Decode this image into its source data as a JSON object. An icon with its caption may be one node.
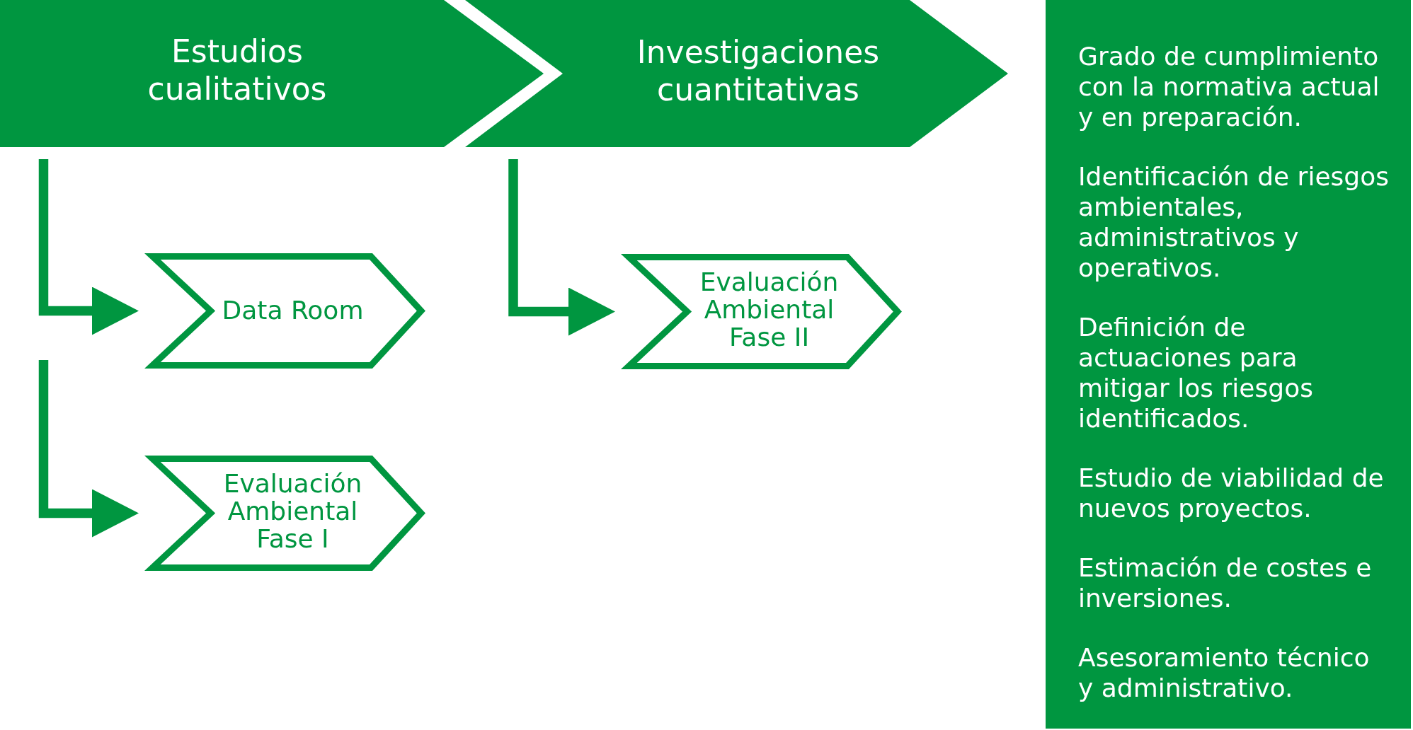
{
  "diagram": {
    "nodes": [
      {
        "text": [
          "Estudios cualitativos"
        ]
      },
      {
        "text": [
          "Investigaciones cuantitativas"
        ]
      },
      {
        "text": [
          "Grado de cumplimiento con la normativa actual y en preparación.",
          "Identificación de riesgos ambientales, administrativos y operativos.",
          "Definición de actuaciones para mitigar los riesgos identificados.",
          "Estudio de viabilidad de nuevos proyectos.",
          "Estimación de costes e inversiones.",
          "Asesoramiento técnico y administrativo."
        ]
      },
      {
        "text": [
          "Data Room"
        ]
      },
      {
        "text": [
          "Evaluación Ambiental Fase II"
        ]
      },
      {
        "text": [
          "Evaluación Ambiental Fase I"
        ]
      }
    ],
    "edges": [
      {
        "from": 0,
        "to": 3,
        "arrow": "to"
      },
      {
        "from": null,
        "to": 5,
        "arrow": "to"
      },
      {
        "from": 1,
        "to": 4,
        "arrow": "to"
      }
    ]
  }
}
